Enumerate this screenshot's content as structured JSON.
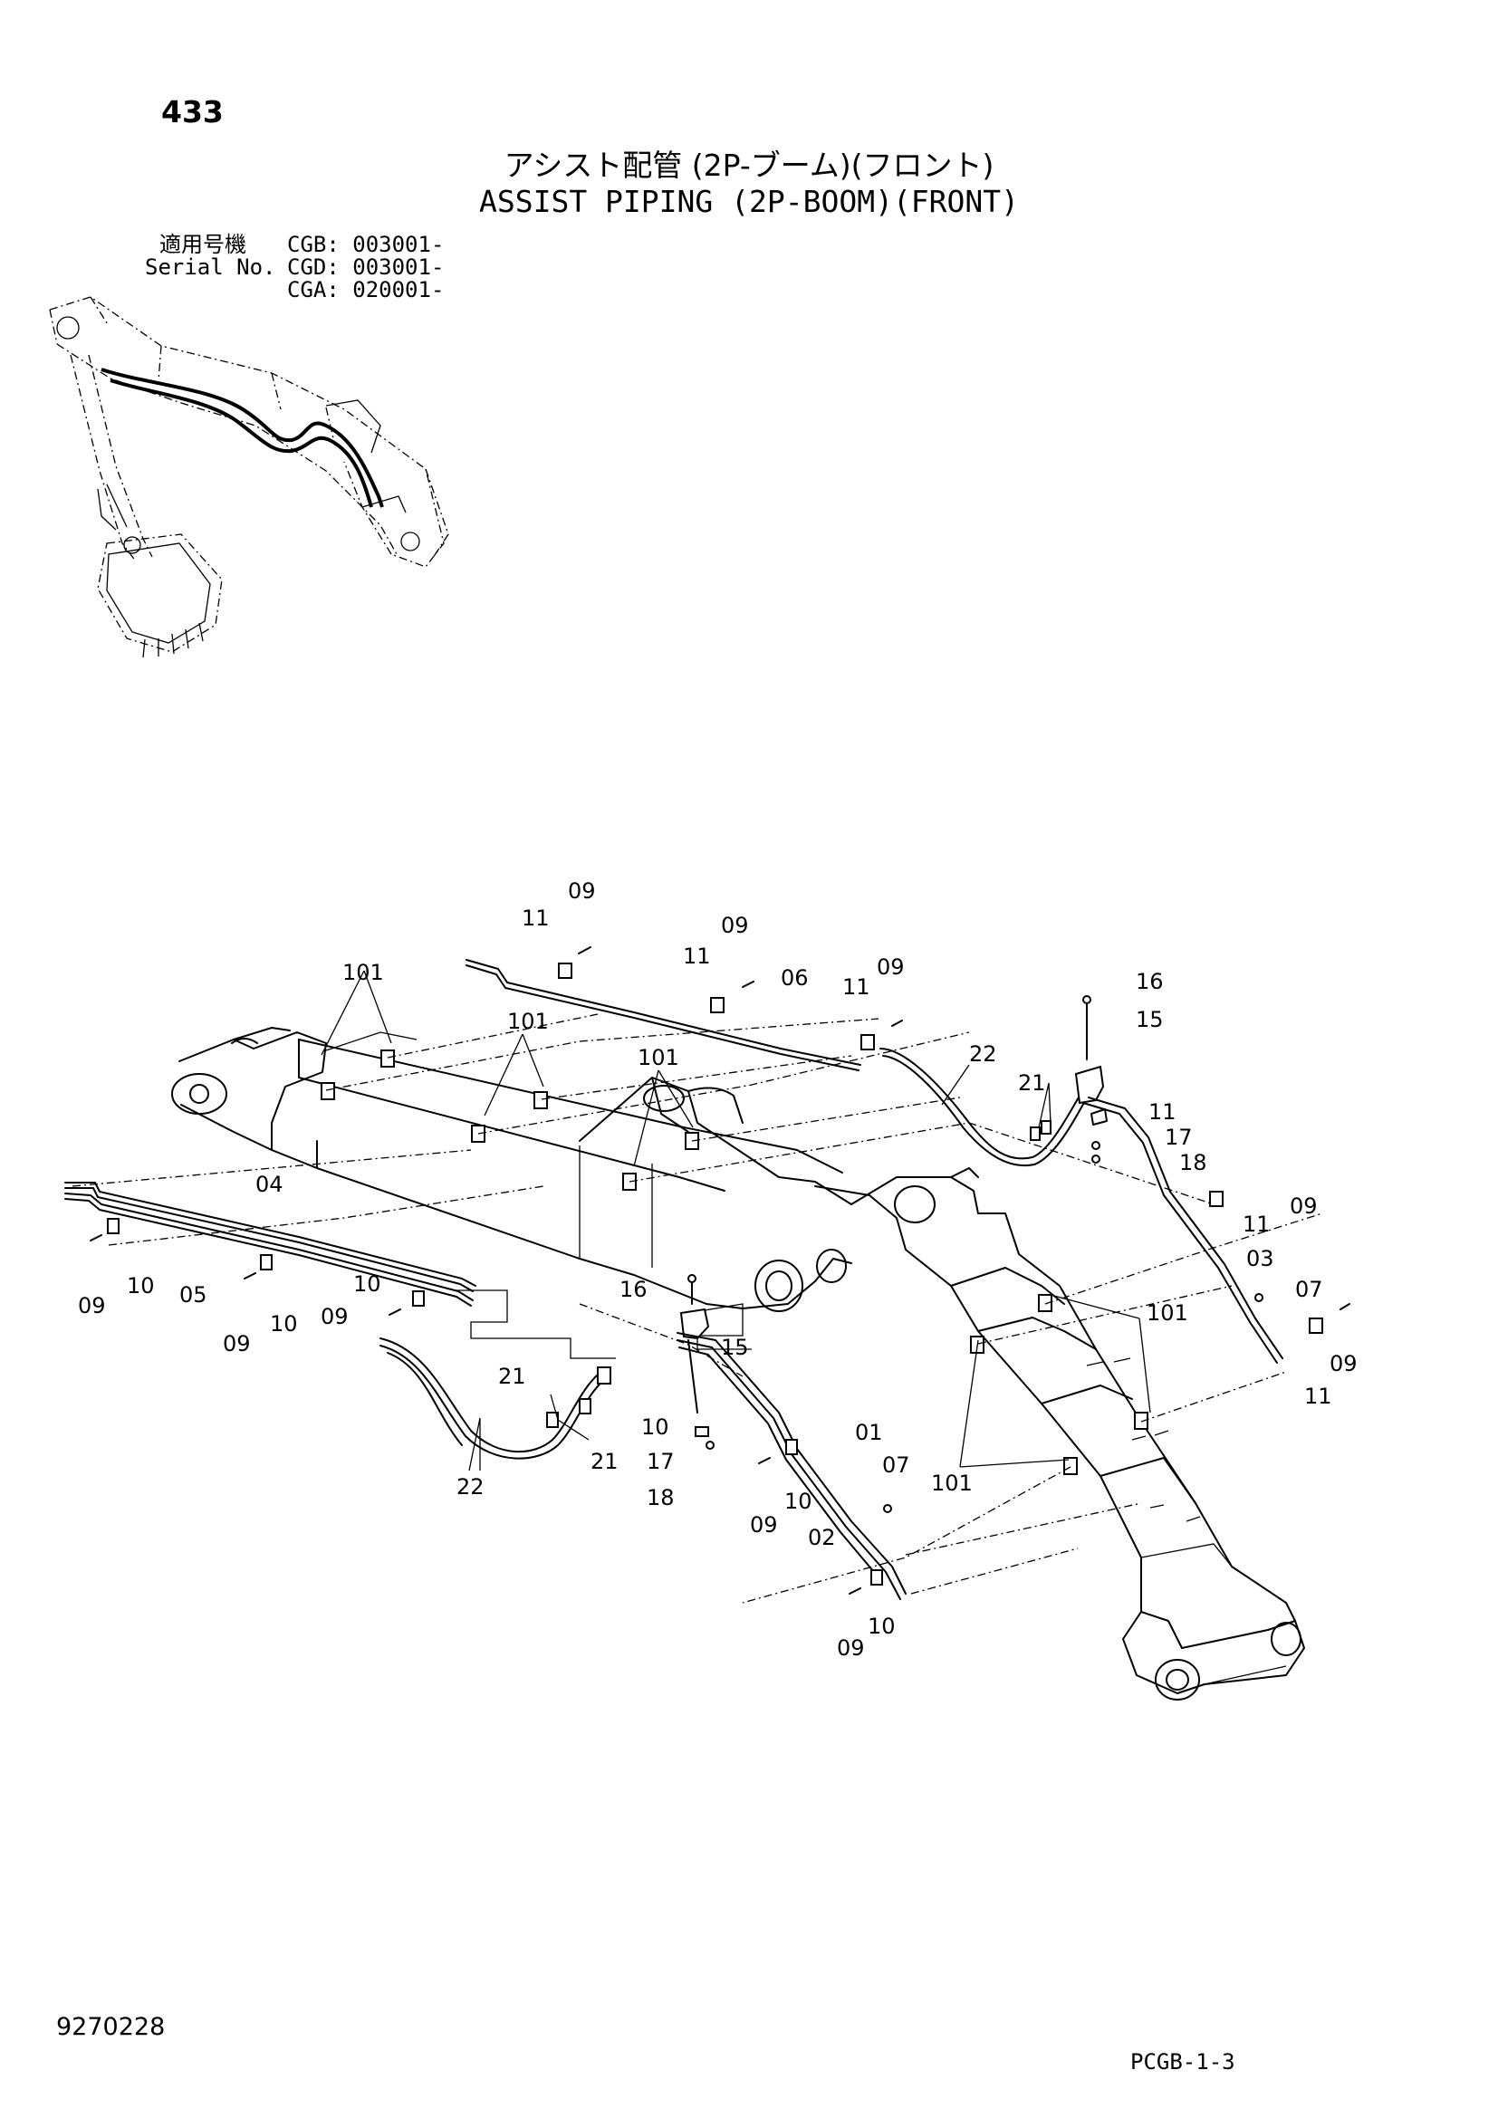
{
  "page": {
    "number": "433",
    "title_jp": "アシスト配管 (2P-ブーム)(フロント)",
    "title_en": "ASSIST PIPING (2P-BOOM)(FRONT)"
  },
  "serial": {
    "label_jp": "適用号機",
    "label_en": "Serial No.",
    "entries": [
      {
        "model": "CGB",
        "range": "CGB: 003001-"
      },
      {
        "model": "CGD",
        "range": "CGD: 003001-"
      },
      {
        "model": "CGA",
        "range": "CGA: 020001-"
      }
    ]
  },
  "footer": {
    "doc_number": "9270228",
    "sheet_code": "PCGB-1-3"
  },
  "callouts": [
    {
      "id": "c1",
      "text": "09"
    },
    {
      "id": "c2",
      "text": "11"
    },
    {
      "id": "c3",
      "text": "09"
    },
    {
      "id": "c4",
      "text": "11"
    },
    {
      "id": "c5",
      "text": "06"
    },
    {
      "id": "c6",
      "text": "09"
    },
    {
      "id": "c7",
      "text": "11"
    },
    {
      "id": "c8",
      "text": "101"
    },
    {
      "id": "c9",
      "text": "101"
    },
    {
      "id": "c10",
      "text": "101"
    },
    {
      "id": "c11",
      "text": "16"
    },
    {
      "id": "c12",
      "text": "15"
    },
    {
      "id": "c13",
      "text": "22"
    },
    {
      "id": "c14",
      "text": "21"
    },
    {
      "id": "c15",
      "text": "11"
    },
    {
      "id": "c16",
      "text": "17"
    },
    {
      "id": "c17",
      "text": "18"
    },
    {
      "id": "c18",
      "text": "04"
    },
    {
      "id": "c19",
      "text": "11"
    },
    {
      "id": "c20",
      "text": "09"
    },
    {
      "id": "c21",
      "text": "03"
    },
    {
      "id": "c22",
      "text": "09"
    },
    {
      "id": "c23",
      "text": "10"
    },
    {
      "id": "c24",
      "text": "05"
    },
    {
      "id": "c25",
      "text": "10"
    },
    {
      "id": "c26",
      "text": "16"
    },
    {
      "id": "c27",
      "text": "07"
    },
    {
      "id": "c28",
      "text": "09"
    },
    {
      "id": "c29",
      "text": "09"
    },
    {
      "id": "c30",
      "text": "10"
    },
    {
      "id": "c31",
      "text": "101"
    },
    {
      "id": "c32",
      "text": "09"
    },
    {
      "id": "c33",
      "text": "15"
    },
    {
      "id": "c34",
      "text": "11"
    },
    {
      "id": "c35",
      "text": "21"
    },
    {
      "id": "c36",
      "text": "10"
    },
    {
      "id": "c37",
      "text": "01"
    },
    {
      "id": "c38",
      "text": "21"
    },
    {
      "id": "c39",
      "text": "17"
    },
    {
      "id": "c40",
      "text": "07"
    },
    {
      "id": "c41",
      "text": "22"
    },
    {
      "id": "c42",
      "text": "18"
    },
    {
      "id": "c43",
      "text": "101"
    },
    {
      "id": "c44",
      "text": "09"
    },
    {
      "id": "c45",
      "text": "10"
    },
    {
      "id": "c46",
      "text": "02"
    },
    {
      "id": "c47",
      "text": "10"
    },
    {
      "id": "c48",
      "text": "09"
    }
  ]
}
